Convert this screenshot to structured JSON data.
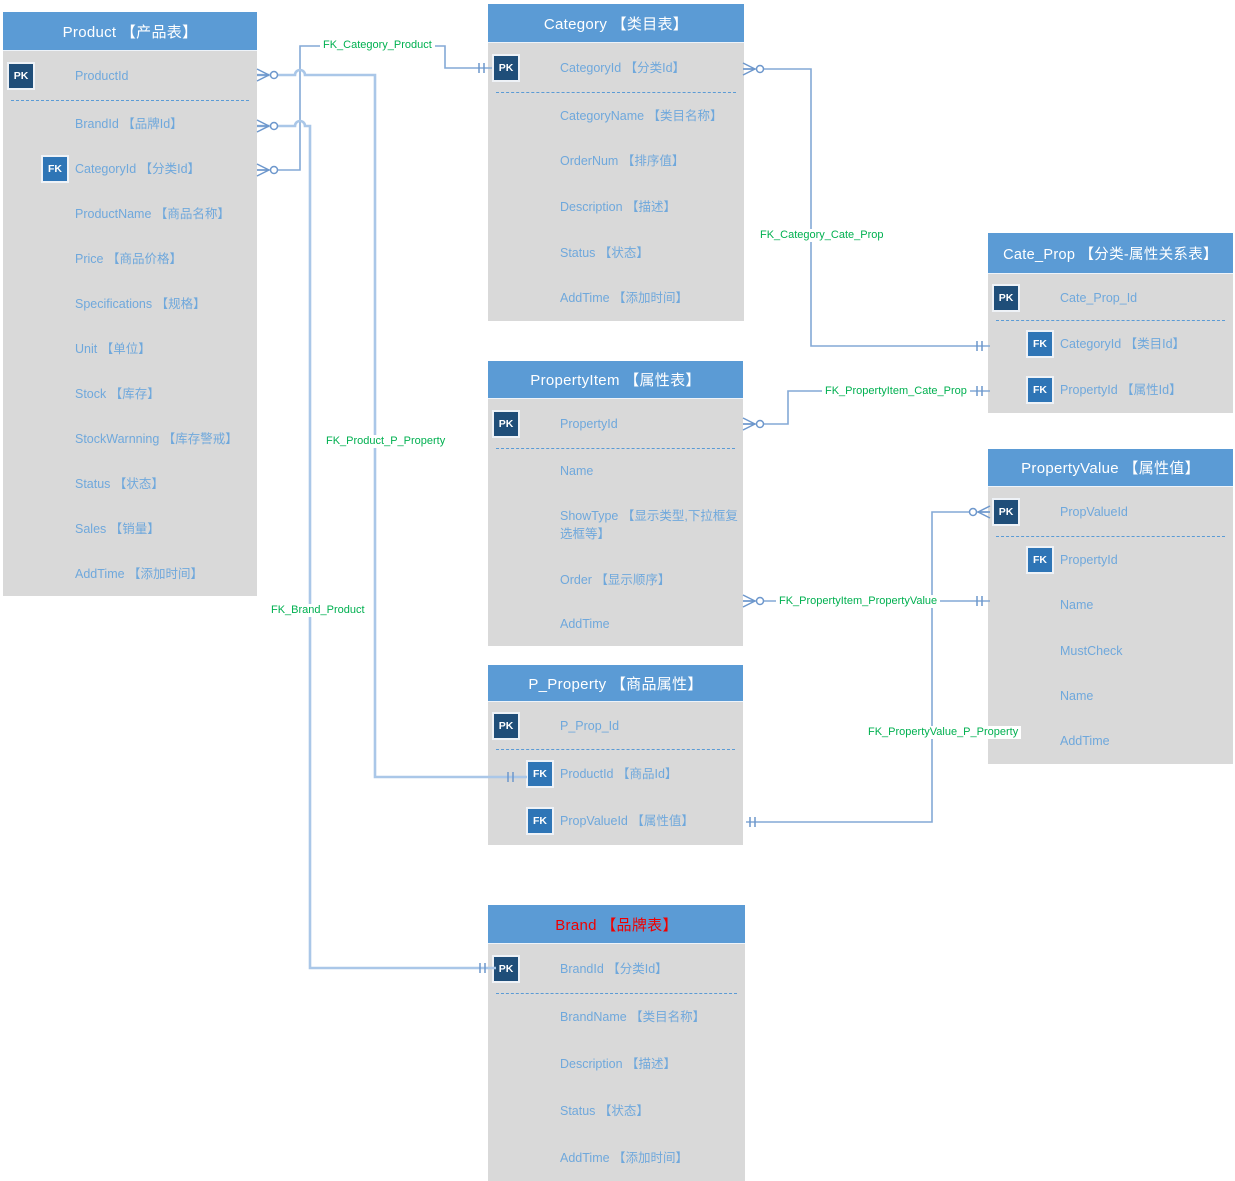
{
  "diagram_title": "E-commerce product database ER diagram",
  "colors": {
    "header_blue": "#5b9bd5",
    "table_body_gray": "#d9d9d9",
    "pk_badge_blue": "#1f4e79",
    "fk_badge_blue": "#2e75b6",
    "field_text_blue": "#6fa8dc",
    "relationship_label_green": "#00b050",
    "connector_blue": "#84a9d6",
    "brand_title_red": "#f00000"
  },
  "tables": {
    "product": {
      "title": "Product 【产品表】",
      "rows": [
        {
          "badge": "PK",
          "label": "ProductId"
        },
        {
          "badge": "",
          "label": "BrandId 【品牌Id】"
        },
        {
          "badge": "FK",
          "label": "CategoryId 【分类Id】"
        },
        {
          "badge": "",
          "label": "ProductName 【商品名称】"
        },
        {
          "badge": "",
          "label": "Price 【商品价格】"
        },
        {
          "badge": "",
          "label": "Specifications 【规格】"
        },
        {
          "badge": "",
          "label": "Unit 【单位】"
        },
        {
          "badge": "",
          "label": "Stock 【库存】"
        },
        {
          "badge": "",
          "label": "StockWarnning 【库存警戒】"
        },
        {
          "badge": "",
          "label": "Status 【状态】"
        },
        {
          "badge": "",
          "label": "Sales 【销量】"
        },
        {
          "badge": "",
          "label": "AddTime 【添加时间】"
        }
      ]
    },
    "category": {
      "title": "Category 【类目表】",
      "rows": [
        {
          "badge": "PK",
          "label": "CategoryId 【分类Id】"
        },
        {
          "badge": "",
          "label": "CategoryName 【类目名称】"
        },
        {
          "badge": "",
          "label": "OrderNum 【排序值】"
        },
        {
          "badge": "",
          "label": "Description 【描述】"
        },
        {
          "badge": "",
          "label": "Status 【状态】"
        },
        {
          "badge": "",
          "label": "AddTime 【添加时间】"
        }
      ]
    },
    "cate_prop": {
      "title": "Cate_Prop 【分类-属性关系表】",
      "rows": [
        {
          "badge": "PK",
          "label": "Cate_Prop_Id"
        },
        {
          "badge": "FK",
          "label": "CategoryId 【类目Id】"
        },
        {
          "badge": "FK",
          "label": "PropertyId 【属性Id】"
        }
      ]
    },
    "property_item": {
      "title": "PropertyItem 【属性表】",
      "rows": [
        {
          "badge": "PK",
          "label": "PropertyId"
        },
        {
          "badge": "",
          "label": "Name"
        },
        {
          "badge": "",
          "label": "ShowType 【显示类型,下拉框复选框等】"
        },
        {
          "badge": "",
          "label": "Order 【显示顺序】"
        },
        {
          "badge": "",
          "label": "AddTime"
        }
      ]
    },
    "property_value": {
      "title": "PropertyValue 【属性值】",
      "rows": [
        {
          "badge": "PK",
          "label": "PropValueId"
        },
        {
          "badge": "FK",
          "label": "PropertyId"
        },
        {
          "badge": "",
          "label": "Name"
        },
        {
          "badge": "",
          "label": "MustCheck"
        },
        {
          "badge": "",
          "label": "Name"
        },
        {
          "badge": "",
          "label": "AddTime"
        }
      ]
    },
    "p_property": {
      "title": "P_Property 【商品属性】",
      "rows": [
        {
          "badge": "PK",
          "label": "P_Prop_Id"
        },
        {
          "badge": "FK",
          "label": "ProductId 【商品Id】"
        },
        {
          "badge": "FK",
          "label": "PropValueId 【属性值】"
        }
      ]
    },
    "brand": {
      "title": "Brand 【品牌表】",
      "rows": [
        {
          "badge": "PK",
          "label": "BrandId 【分类Id】"
        },
        {
          "badge": "",
          "label": "BrandName 【类目名称】"
        },
        {
          "badge": "",
          "label": "Description 【描述】"
        },
        {
          "badge": "",
          "label": "Status 【状态】"
        },
        {
          "badge": "",
          "label": "AddTime 【添加时间】"
        }
      ]
    }
  },
  "relationships": [
    {
      "label": "FK_Category_Product"
    },
    {
      "label": "FK_Category_Cate_Prop"
    },
    {
      "label": "FK_PropertyItem_Cate_Prop"
    },
    {
      "label": "FK_Product_P_Property"
    },
    {
      "label": "FK_PropertyItem_PropertyValue"
    },
    {
      "label": "FK_Brand_Product"
    },
    {
      "label": "FK_PropertyValue_P_Property"
    }
  ]
}
